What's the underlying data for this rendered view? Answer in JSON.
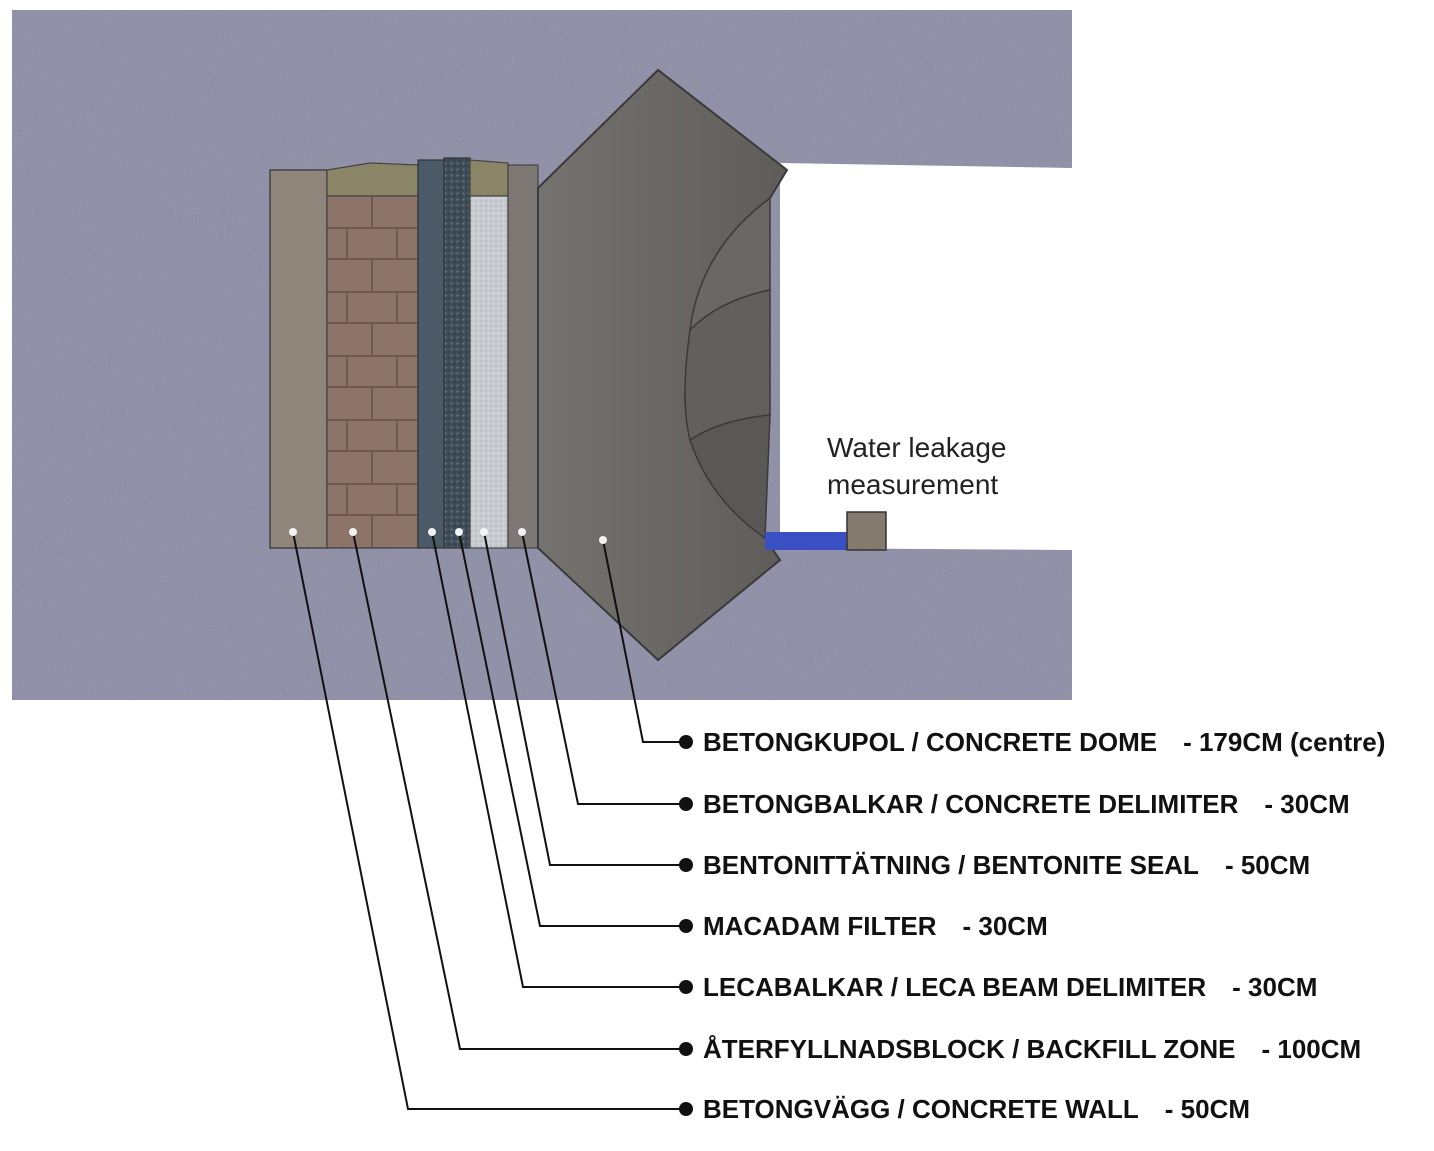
{
  "annotation": {
    "line1": "Water leakage",
    "line2": "measurement"
  },
  "legend": [
    {
      "name": "BETONGKUPOL / CONCRETE DOME",
      "size": "- 179CM (centre)"
    },
    {
      "name": "BETONGBALKAR / CONCRETE DELIMITER",
      "size": "- 30CM"
    },
    {
      "name": "BENTONITTÄTNING / BENTONITE SEAL",
      "size": "- 50CM"
    },
    {
      "name": "MACADAM FILTER",
      "size": "- 30CM"
    },
    {
      "name": "LECABALKAR / LECA BEAM DELIMITER",
      "size": "- 30CM"
    },
    {
      "name": "ÅTERFYLLNADSBLOCK / BACKFILL ZONE",
      "size": "- 100CM"
    },
    {
      "name": "BETONGVÄGG / CONCRETE WALL",
      "size": "- 50CM"
    }
  ],
  "colors": {
    "rock": "#8e8ea6",
    "tunnel": "#ffffff",
    "concrete_wall": "#8f857a",
    "backfill": "#8c7468",
    "backfill_cap": "#8a8566",
    "leca": "#4a5a66",
    "macadam": "#3f4d58",
    "bentonite": "#c8ccd0",
    "delimiter": "#7e7874",
    "dome": "#6d6a66",
    "water": "#3a4fc4",
    "leader": "#111111"
  }
}
